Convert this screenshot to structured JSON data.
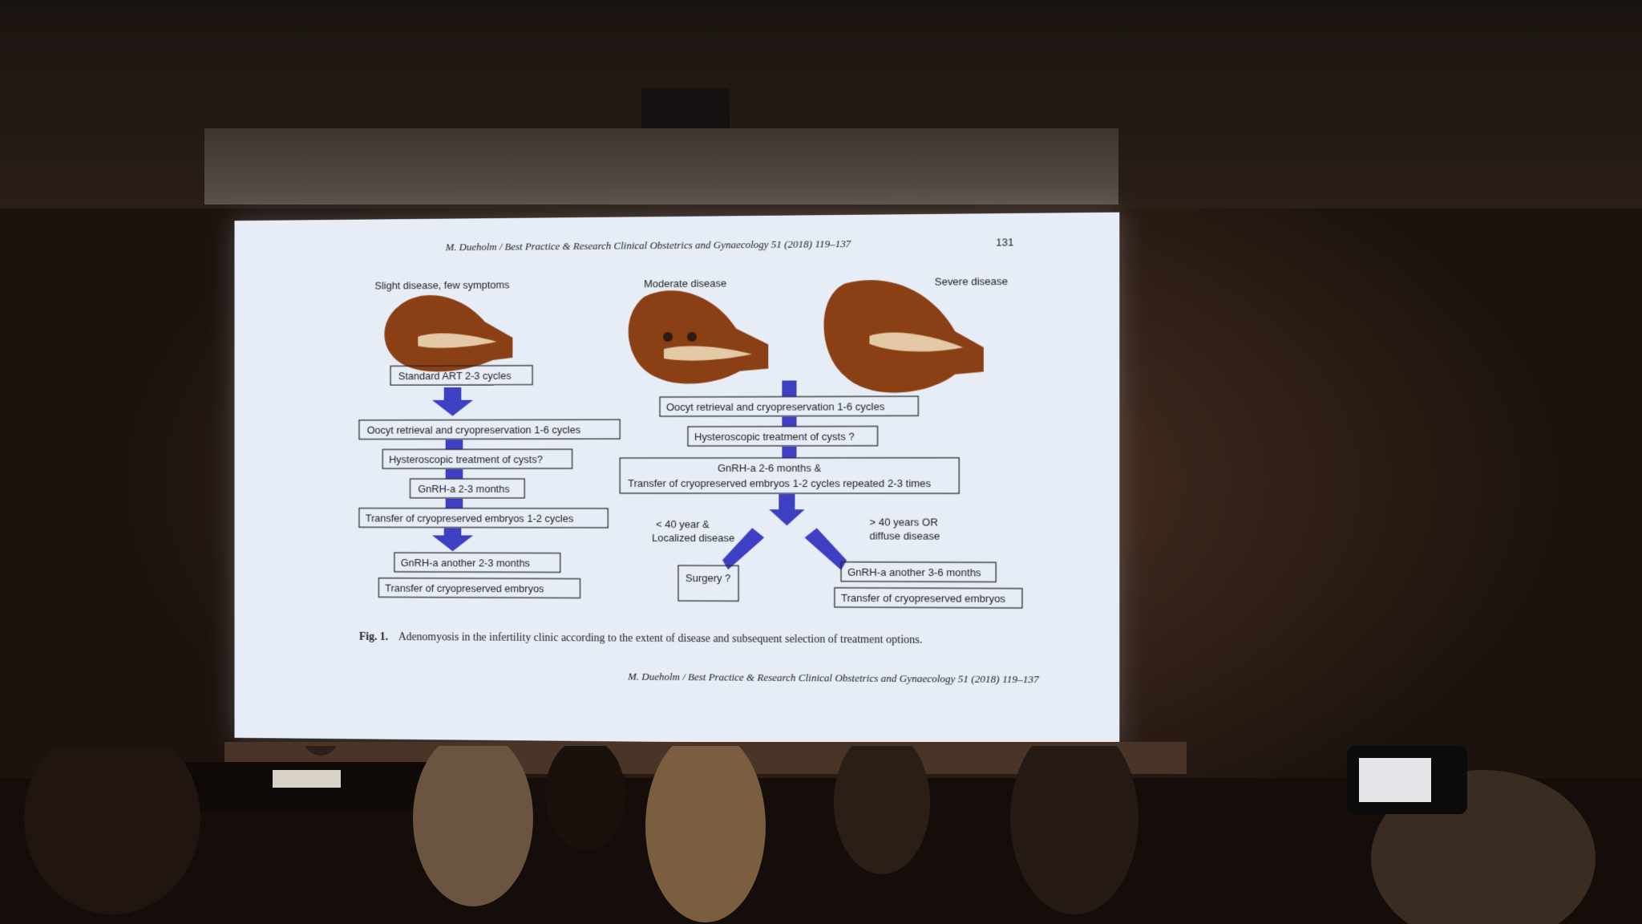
{
  "slide": {
    "header_citation": "M. Dueholm / Best Practice & Research Clinical Obstetrics and Gynaecology 51 (2018) 119–137",
    "page_number": "131",
    "footer_citation": "M. Dueholm / Best Practice & Research Clinical Obstetrics and Gynaecology 51 (2018) 119–137",
    "caption_label": "Fig. 1.",
    "caption_text": "Adenomyosis in the infertility clinic according to the extent of disease and subsequent selection of treatment options.",
    "columns": {
      "slight": {
        "title": "Slight disease, few symptoms",
        "steps": [
          "Standard ART 2-3 cycles",
          "Oocyt retrieval  and cryopreservation  1-6 cycles",
          "Hysteroscopic treatment of cysts?",
          "GnRH-a 2-3 months",
          "Transfer of cryopreserved embryos 1-2 cycles",
          "GnRH-a another  2-3 months",
          "Transfer of cryopreserved embryos"
        ]
      },
      "moderate": {
        "title": "Moderate disease"
      },
      "severe": {
        "title": "Severe disease",
        "steps": [
          "Oocyt retrieval  and cryopreservation  1-6 cycles",
          "Hysteroscopic treatment of cysts ?",
          "GnRH-a 2-6 months &",
          "Transfer of cryopreserved embryos 1-2 cycles repeated 2-3 times"
        ],
        "branch_left_line1": "< 40 year &",
        "branch_left_line2": "Localized disease",
        "branch_right_line1": "> 40 years OR",
        "branch_right_line2": "diffuse disease",
        "left_outcome": "Surgery ?",
        "right_steps": [
          "GnRH-a another  3-6 months",
          "Transfer of cryopreserved embryos"
        ]
      }
    }
  },
  "colors": {
    "uterus": "#8b3f14",
    "cavity": "#e3c9a6",
    "arrow": "#3f3fc4",
    "slide_bg": "#e7edf7"
  }
}
